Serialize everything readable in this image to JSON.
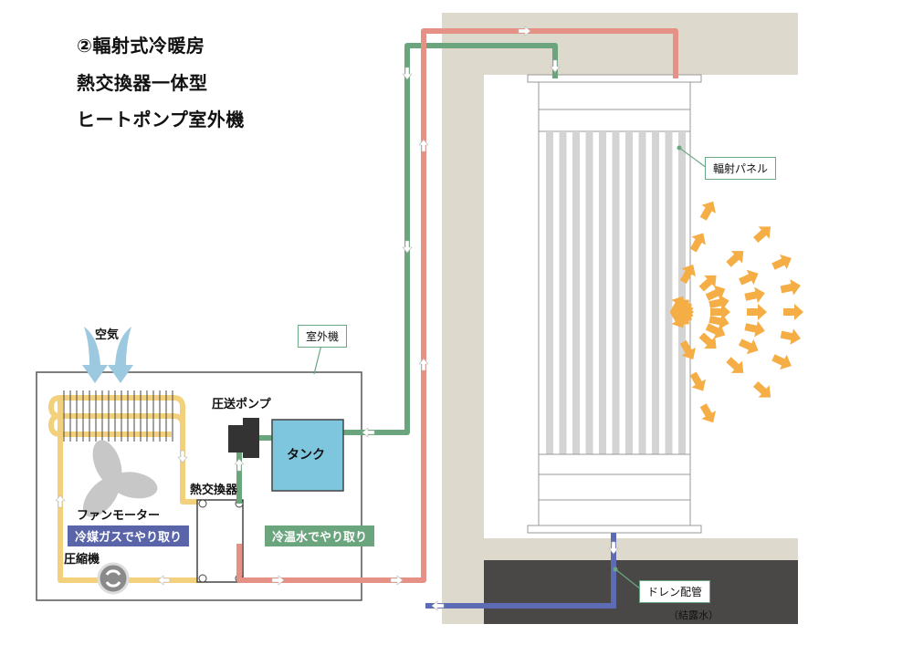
{
  "title": {
    "line1": "②輻射式冷暖房",
    "line2": "熱交換器一体型",
    "line3": "ヒートポンプ室外機"
  },
  "labels": {
    "air": "空気",
    "outdoor_unit": "室外機",
    "pump": "圧送ポンプ",
    "tank": "タンク",
    "heat_exchanger": "熱交換器",
    "fan_motor": "ファンモーター",
    "refrigerant_band": "冷媒ガスでやり取り",
    "water_band": "冷温水でやり取り",
    "compressor": "圧縮機",
    "radiant_panel": "輻射パネル",
    "drain_pipe": "ドレン配管",
    "condensate": "（結露水）"
  },
  "colors": {
    "wall": "#ddd9cc",
    "floor": "#4a4846",
    "hot_pipe": "#e59185",
    "cold_pipe": "#6aa57d",
    "refrigerant_pipe": "#f2d07c",
    "drain_pipe": "#5c6bb3",
    "radiation_arrow": "#f5ad46",
    "tank_fill": "#7ec6dd",
    "label_border": "#6aa884"
  }
}
